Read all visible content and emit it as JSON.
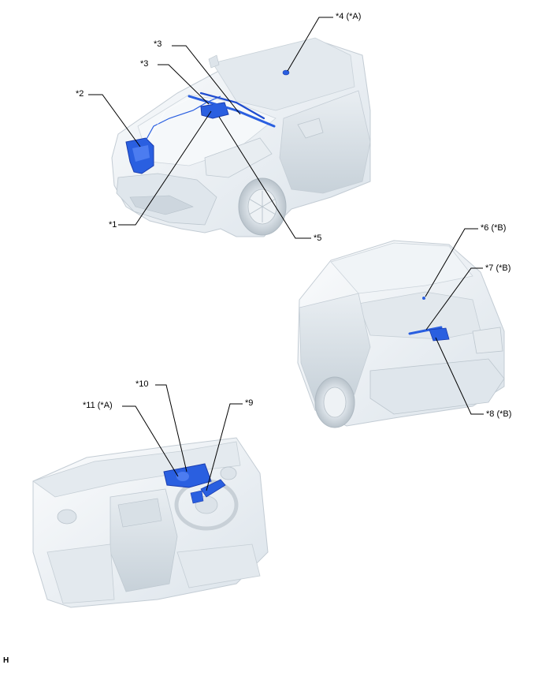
{
  "callouts": {
    "c1": "*1",
    "c2": "*2",
    "c3a": "*3",
    "c3b": "*3",
    "c4": "*4 (*A)",
    "c5": "*5",
    "c6": "*6 (*B)",
    "c7": "*7 (*B)",
    "c8": "*8 (*B)",
    "c9": "*9",
    "c10": "*10",
    "c11": "*11 (*A)"
  },
  "corner_mark": "H",
  "colors": {
    "component_blue": "#2a5fe0",
    "component_dark": "#1a3cae",
    "body_light": "#f2f6f9",
    "body_shade": "#d6dee5",
    "body_edge": "#b8c3cc",
    "leader": "#000000"
  }
}
